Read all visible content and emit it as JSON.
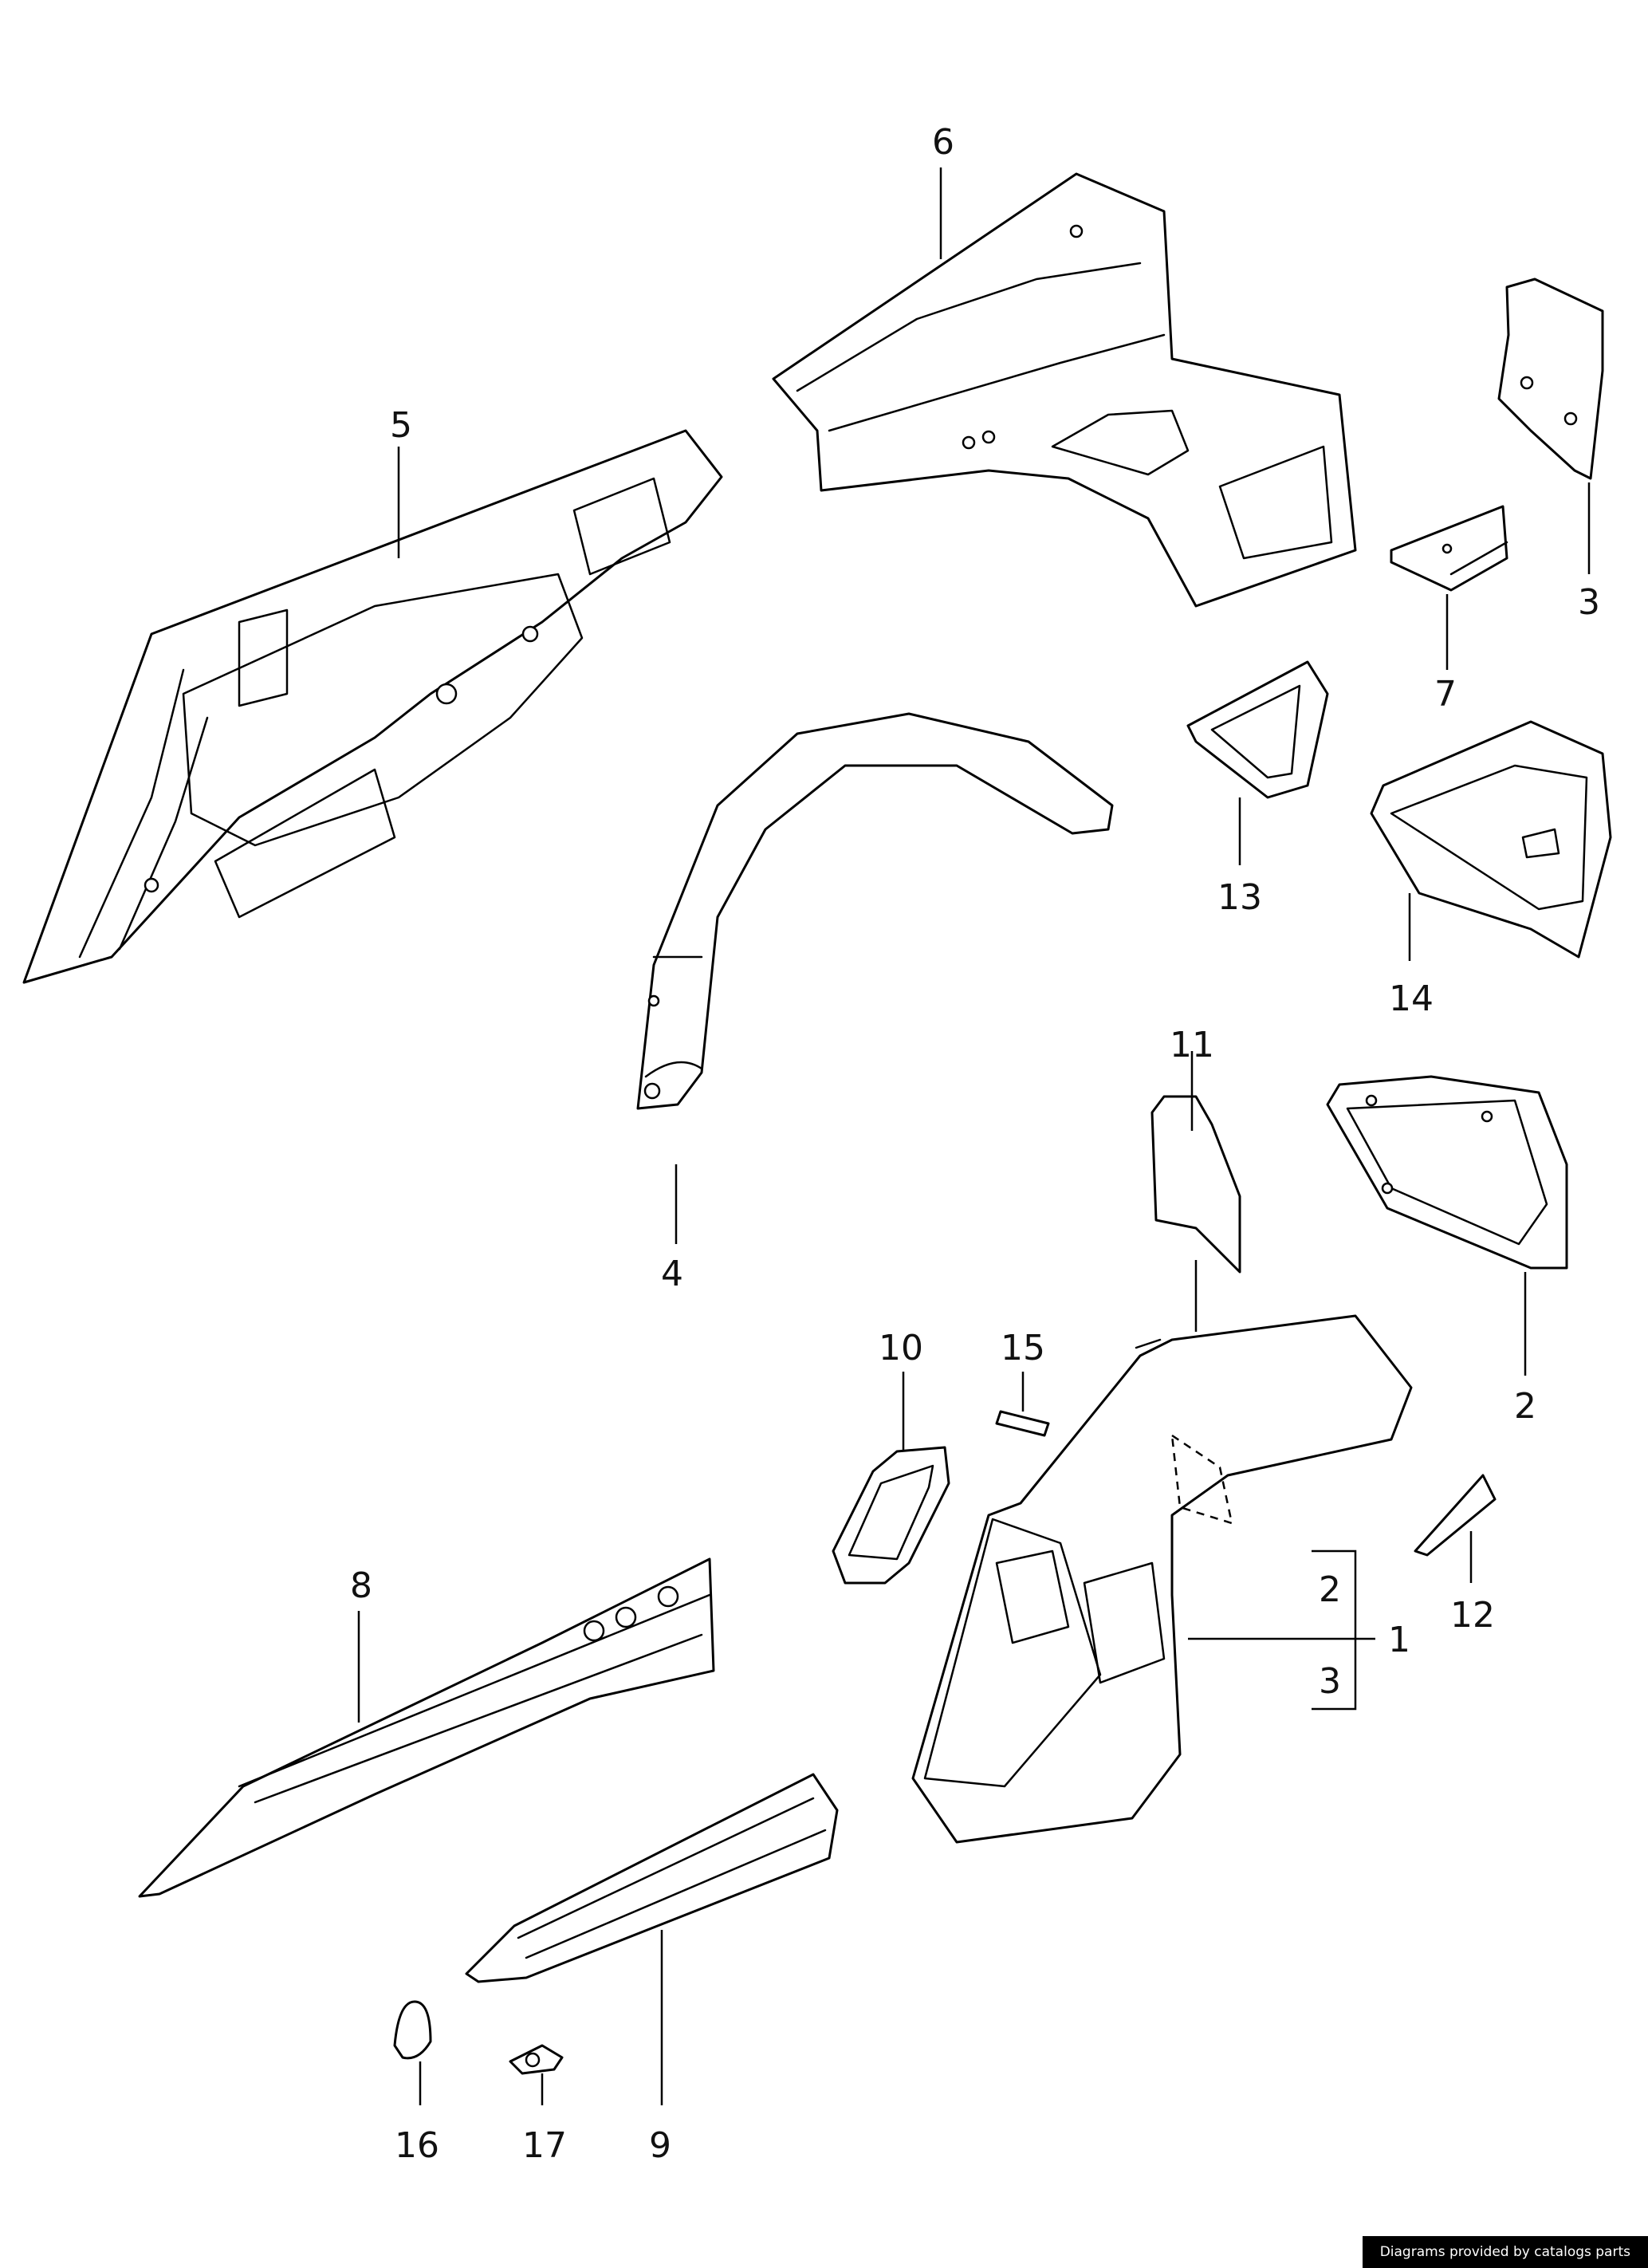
{
  "diagram": {
    "callouts": [
      "1",
      "2",
      "3",
      "4",
      "5",
      "6",
      "7",
      "8",
      "9",
      "10",
      "11",
      "12",
      "13",
      "14",
      "15",
      "16",
      "17"
    ],
    "sub_callouts": [
      "2",
      "3"
    ]
  },
  "footer": {
    "credit": "Diagrams provided by catalogs parts"
  }
}
